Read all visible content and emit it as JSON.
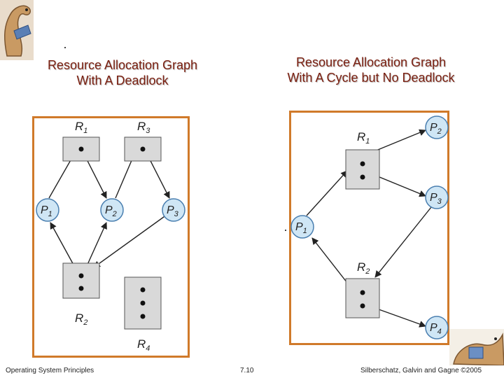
{
  "left_graph": {
    "title_line1": "Resource Allocation Graph",
    "title_line2": "With A Deadlock",
    "resources": [
      {
        "label": "R",
        "sub": "1",
        "instances": 1
      },
      {
        "label": "R",
        "sub": "3",
        "instances": 1
      },
      {
        "label": "R",
        "sub": "2",
        "instances": 2
      },
      {
        "label": "R",
        "sub": "4",
        "instances": 3
      }
    ],
    "processes": [
      {
        "label": "P",
        "sub": "1"
      },
      {
        "label": "P",
        "sub": "2"
      },
      {
        "label": "P",
        "sub": "3"
      }
    ]
  },
  "right_graph": {
    "title_line1": "Resource Allocation Graph",
    "title_line2": "With A Cycle but No Deadlock",
    "resources": [
      {
        "label": "R",
        "sub": "1",
        "instances": 2
      },
      {
        "label": "R",
        "sub": "2",
        "instances": 2
      }
    ],
    "processes": [
      {
        "label": "P",
        "sub": "2"
      },
      {
        "label": "P",
        "sub": "3"
      },
      {
        "label": "P",
        "sub": "1"
      },
      {
        "label": "P",
        "sub": "4"
      }
    ]
  },
  "footer": {
    "left": "Operating System Principles",
    "center": "7.10",
    "right": "Silberschatz, Galvin and Gagne ©2005"
  },
  "colors": {
    "title": "#7a1f10",
    "frame": "#d07a2a",
    "process_fill": "#cfe6f5",
    "process_stroke": "#4a7fb0",
    "resource_fill": "#d9d9d9",
    "edge": "#222222"
  }
}
